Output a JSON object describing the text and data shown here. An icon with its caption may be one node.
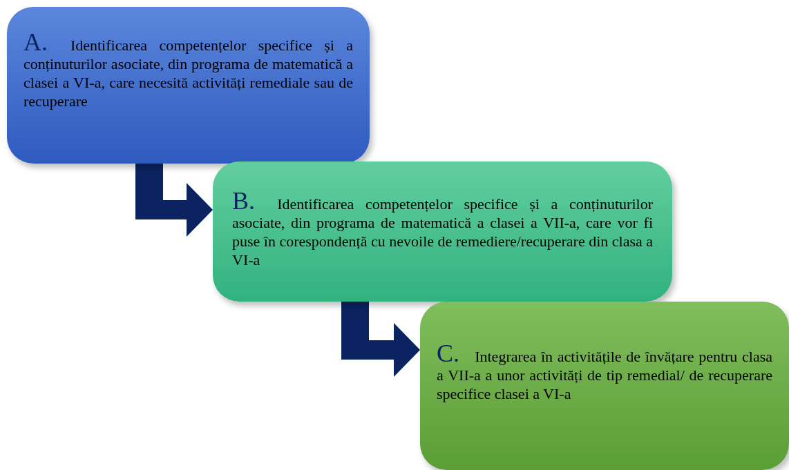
{
  "diagram": {
    "nodes": [
      {
        "text": [
          "A.",
          "Identificarea competențelor specifice și a conținuturilor asociate, din programa de matematică a clasei a VI-a, care necesită activități remediale sau de recuperare"
        ]
      },
      {
        "text": [
          "B.",
          "Identificarea competențelor specifice și a conținuturilor asociate, din programa de matematică a clasei a VII-a, care vor fi puse în corespondență cu nevoile de remediere/recuperare din clasa a VI-a"
        ]
      },
      {
        "text": [
          "C.",
          "Integrarea în activitățile de învățare pentru clasa  a VII-a a unor activități de tip remedial/ de recuperare specifice clasei a VI-a"
        ]
      }
    ],
    "edges": [
      {
        "from": 0,
        "to": 1,
        "arrow": "to"
      },
      {
        "from": 1,
        "to": 2,
        "arrow": "to"
      }
    ]
  }
}
